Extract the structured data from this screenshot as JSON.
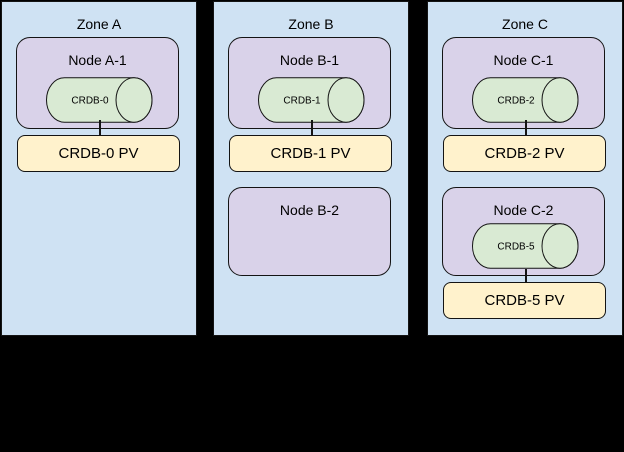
{
  "colors": {
    "canvas_bg": "#000000",
    "zone_bg": "#cfe2f3",
    "node_bg": "#d9d2e9",
    "db_bg": "#d9ead3",
    "pv_bg": "#fff2cc",
    "border": "#141414",
    "text": "#000000"
  },
  "zones": [
    {
      "title": "Zone A",
      "nodes": [
        {
          "title": "Node A-1",
          "db": "CRDB-0",
          "pv": "CRDB-0 PV"
        }
      ]
    },
    {
      "title": "Zone B",
      "nodes": [
        {
          "title": "Node B-1",
          "db": "CRDB-1",
          "pv": "CRDB-1 PV"
        },
        {
          "title": "Node B-2"
        }
      ]
    },
    {
      "title": "Zone C",
      "nodes": [
        {
          "title": "Node C-1",
          "db": "CRDB-2",
          "pv": "CRDB-2 PV"
        },
        {
          "title": "Node C-2",
          "db": "CRDB-5",
          "pv": "CRDB-5 PV"
        }
      ]
    }
  ]
}
